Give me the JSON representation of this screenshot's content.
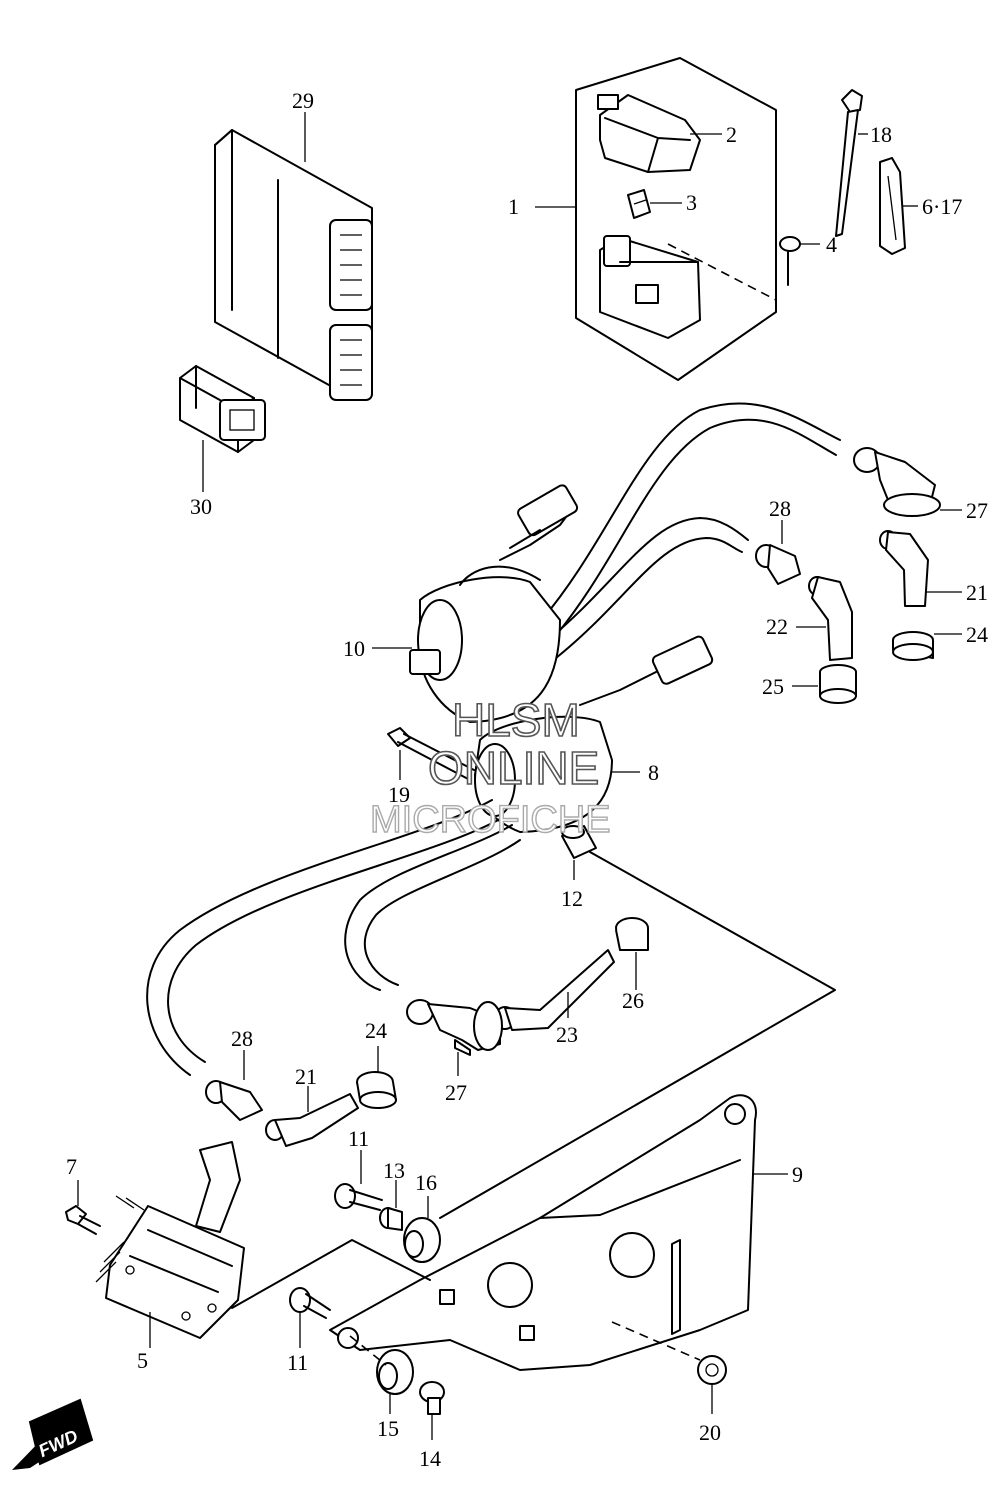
{
  "labels": {
    "p1": "1",
    "p2": "2",
    "p3": "3",
    "p4": "4",
    "p5": "5",
    "p6_17": "6·17",
    "p7": "7",
    "p8": "8",
    "p9": "9",
    "p10": "10",
    "p11a": "11",
    "p11b": "11",
    "p12": "12",
    "p13": "13",
    "p14": "14",
    "p15": "15",
    "p16": "16",
    "p18": "18",
    "p19": "19",
    "p20": "20",
    "p21a": "21",
    "p21b": "21",
    "p22": "22",
    "p23": "23",
    "p24a": "24",
    "p24b": "24",
    "p25": "25",
    "p26": "26",
    "p27a": "27",
    "p27b": "27",
    "p28a": "28",
    "p28b": "28",
    "p29": "29",
    "p30": "30"
  },
  "watermark": {
    "line1": "HLSM",
    "line2": "ONLINE",
    "line3": "MICROFICHE"
  },
  "fwd_badge": {
    "text": "FWD",
    "icon": "fwd-arrow-icon"
  }
}
